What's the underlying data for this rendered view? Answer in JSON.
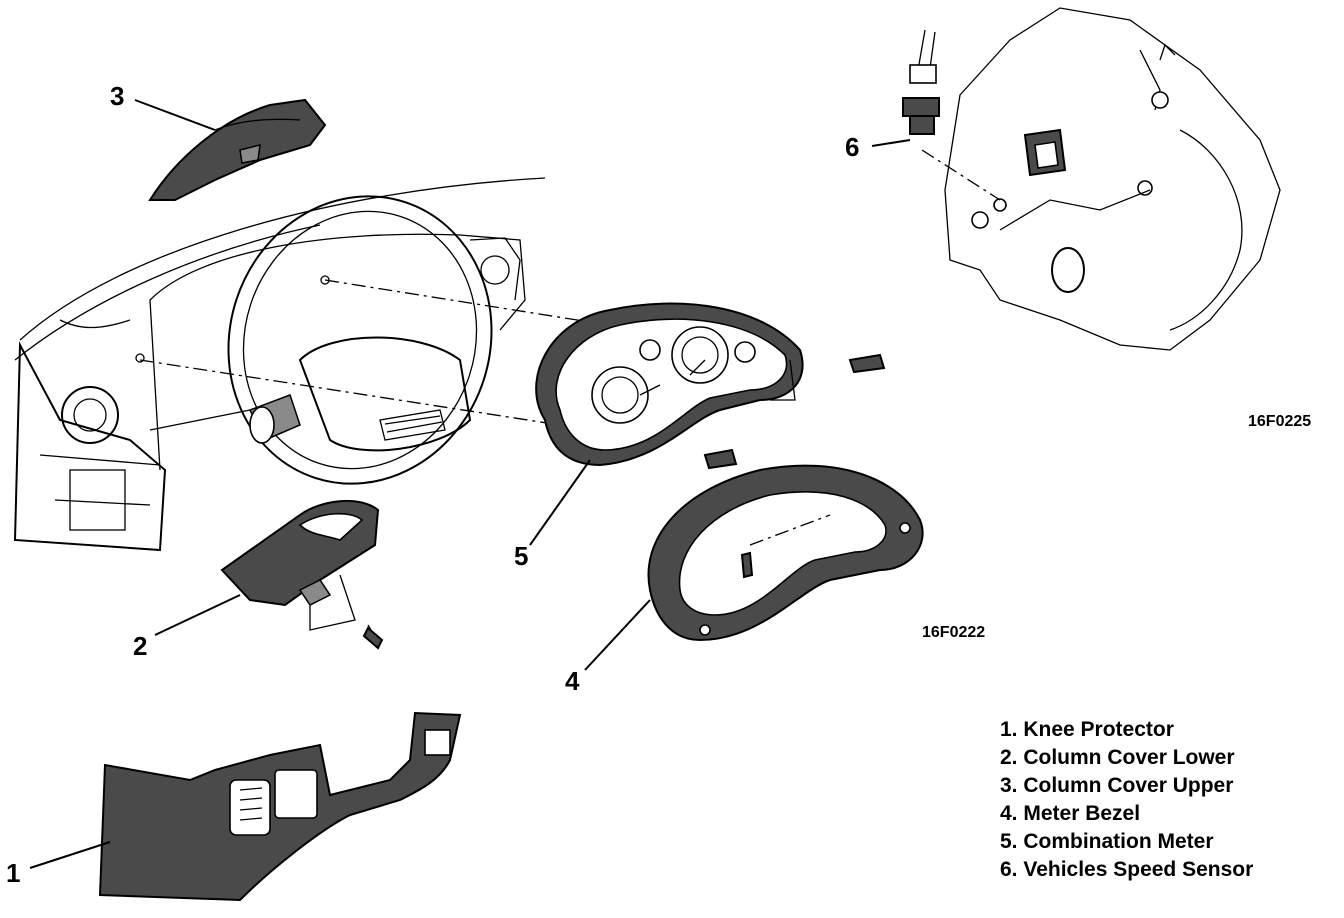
{
  "figure_codes": {
    "left": "16F0222",
    "right": "16F0225"
  },
  "callouts": {
    "c1": "1",
    "c2": "2",
    "c3": "3",
    "c4": "4",
    "c5": "5",
    "c6": "6"
  },
  "legend": {
    "items": [
      "1. Knee Protector",
      "2. Column Cover Lower",
      "3. Column Cover Upper",
      "4. Meter Bezel",
      "5. Combination Meter",
      "6. Vehicles Speed Sensor"
    ]
  }
}
